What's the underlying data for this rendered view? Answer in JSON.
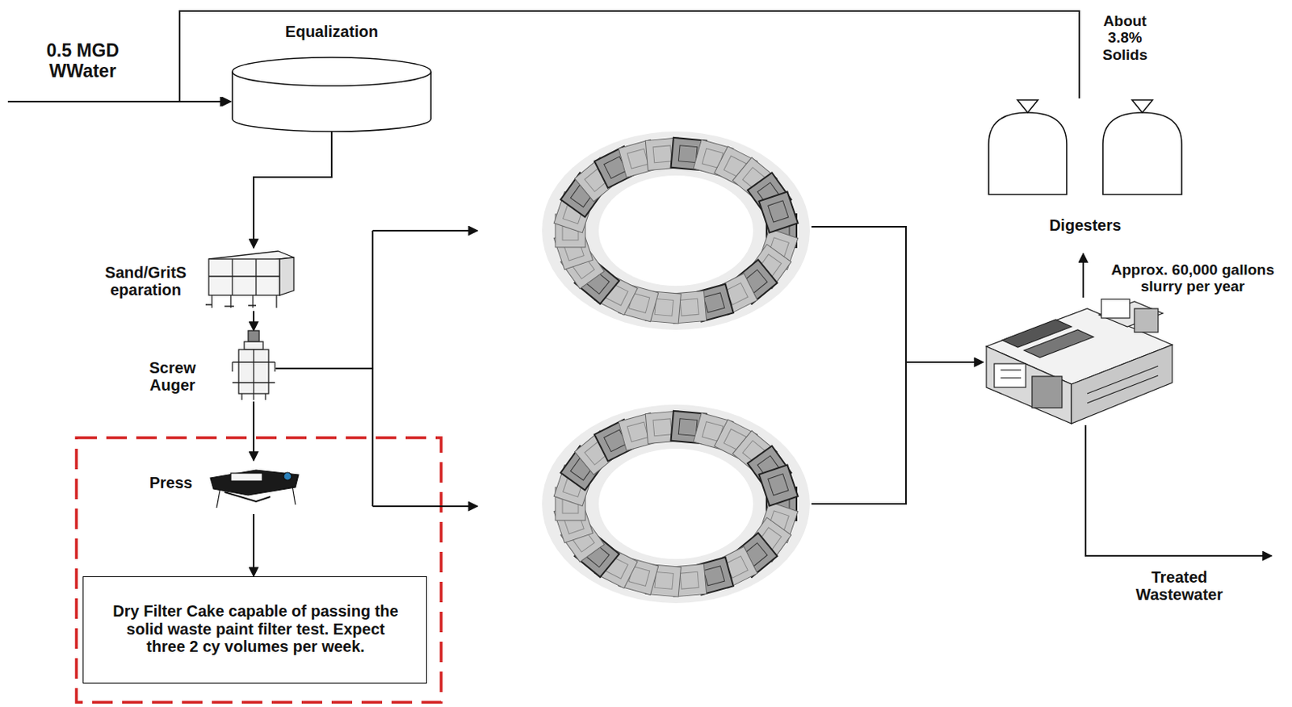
{
  "diagram": {
    "nodes": [
      {
        "text": [
          "Equalization"
        ]
      },
      {
        "text": [
          "Sand/GritS eparation"
        ]
      },
      {
        "text": [
          "Screw Auger"
        ]
      },
      {
        "text": [
          "Press"
        ]
      },
      {
        "text": [
          "Dry Filter Cake capable of passing the solid waste paint filter test. Expect three 2 cy volumes per week."
        ]
      },
      {
        "text": [
          "Digesters"
        ]
      }
    ],
    "edges": [
      {
        "from": 0,
        "to": 1,
        "arrow": "to"
      },
      {
        "from": 1,
        "to": 2,
        "arrow": "to"
      },
      {
        "from": 2,
        "to": 3,
        "arrow": "to"
      },
      {
        "from": 3,
        "to": 4,
        "arrow": "to"
      },
      {
        "from": 5,
        "to": 0,
        "label": "About 3.8% Solids",
        "arrow": "to"
      }
    ],
    "labels": [
      "0.5 MGD WWater",
      "Approx. 60,000 gallons slurry per year",
      "Treated Wastewater"
    ]
  }
}
